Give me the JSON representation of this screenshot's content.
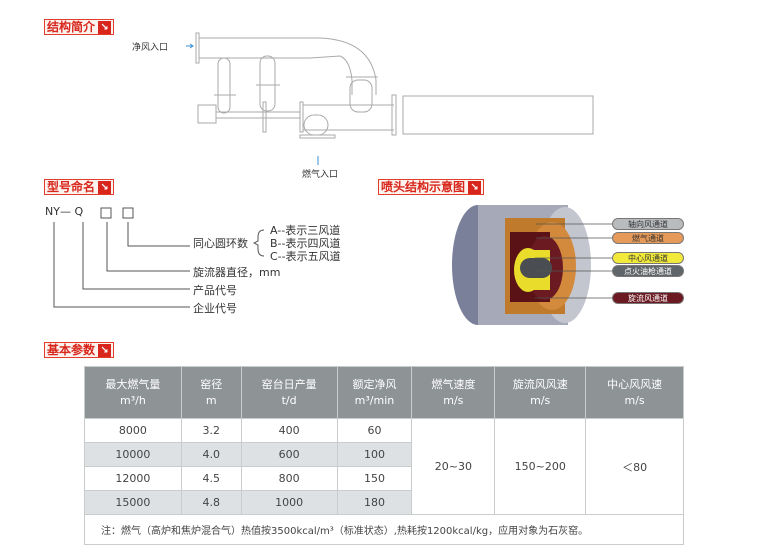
{
  "sections": {
    "structure": "结构简介",
    "naming": "型号命名",
    "nozzle": "喷头结构示意图",
    "params": "基本参数"
  },
  "arrow_icon": "↘",
  "diagram": {
    "air_inlet": "净风入口",
    "gas_inlet": "燃气入口"
  },
  "naming": {
    "code": "NY— Q",
    "rings": "同心圆环数",
    "options": [
      "A--表示三风道",
      "B--表示四风道",
      "C--表示五风道"
    ],
    "diameter": "旋流器直径，mm",
    "product": "产品代号",
    "company": "企业代号"
  },
  "nozzle_labels": [
    {
      "text": "轴向风通道",
      "color": "#b9bcbf"
    },
    {
      "text": "燃气通道",
      "color": "#e59a5a"
    },
    {
      "text": "中心风通道",
      "color": "#f2ea3a"
    },
    {
      "text": "点火油枪通道",
      "color": "#5f6568"
    },
    {
      "text": "旋流风通道",
      "color": "#6b1a22"
    }
  ],
  "table": {
    "headers": [
      [
        "最大燃气量",
        "m³/h"
      ],
      [
        "窑径",
        "m"
      ],
      [
        "窑台日产量",
        "t/d"
      ],
      [
        "额定净风",
        "m³/min"
      ],
      [
        "燃气速度",
        "m/s"
      ],
      [
        "旋流风风速",
        "m/s"
      ],
      [
        "中心风风速",
        "m/s"
      ]
    ],
    "rows": [
      [
        "8000",
        "3.2",
        "400",
        "60"
      ],
      [
        "10000",
        "4.0",
        "600",
        "100"
      ],
      [
        "12000",
        "4.5",
        "800",
        "150"
      ],
      [
        "15000",
        "4.8",
        "1000",
        "180"
      ]
    ],
    "merged": [
      "20~30",
      "150~200",
      "＜80"
    ],
    "note": "注：燃气（高炉和焦炉混合气）热值按3500kcal/m³（标准状态）,热耗按1200kcal/kg，应用对象为石灰窑。"
  }
}
